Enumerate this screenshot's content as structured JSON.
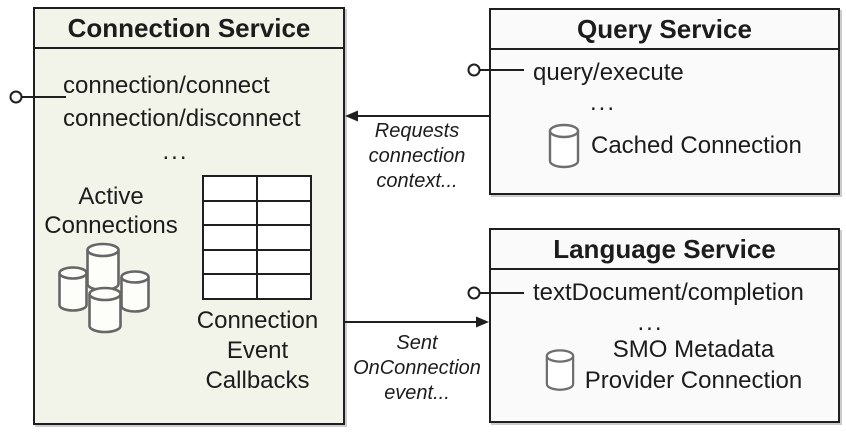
{
  "connection_service": {
    "title": "Connection Service",
    "method_1": "connection/connect",
    "method_2": "connection/disconnect",
    "ellipsis": "...",
    "active_label_1": "Active",
    "active_label_2": "Connections",
    "callbacks_label_1": "Connection",
    "callbacks_label_2": "Event",
    "callbacks_label_3": "Callbacks"
  },
  "query_service": {
    "title": "Query Service",
    "method_1": "query/execute",
    "ellipsis": "...",
    "cached_connection_label": "Cached Connection"
  },
  "language_service": {
    "title": "Language Service",
    "method_1": "textDocument/completion",
    "ellipsis": "...",
    "store_label_1": "SMO Metadata",
    "store_label_2": "Provider Connection"
  },
  "flows": {
    "requests_line_1": "Requests",
    "requests_line_2": "connection",
    "requests_line_3": "context...",
    "sent_line_1": "Sent",
    "sent_line_2": "OnConnection",
    "sent_line_3": "event..."
  },
  "colors": {
    "connection_box_fill": "#f2f4e9",
    "service_box_fill": "#fafafa",
    "border": "#1f1f1f",
    "icon_stroke": "#6e6e6e"
  }
}
